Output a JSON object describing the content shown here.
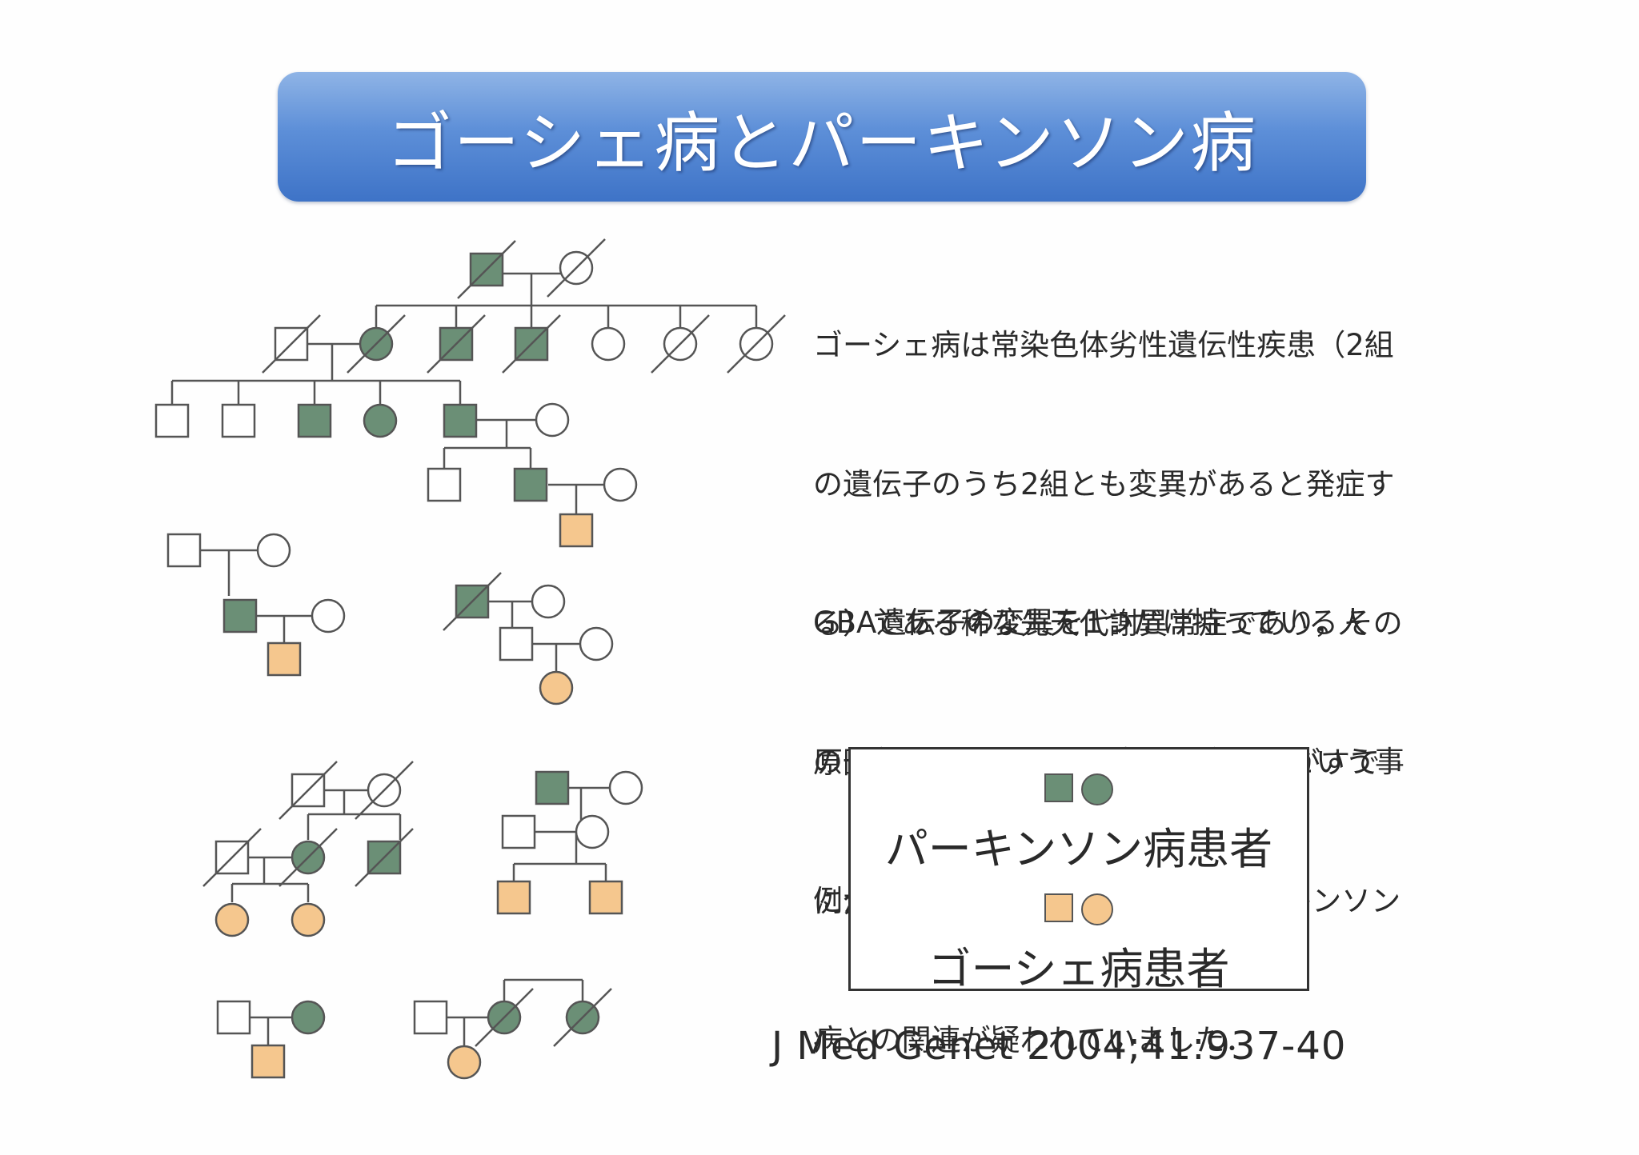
{
  "title": "ゴーシェ病とパーキンソン病",
  "description": {
    "paragraph1": [
      "ゴーシェ病は常染色体劣性遺伝性疾患（2組",
      "の遺伝子のうち2組とも変異があると発症す",
      "る）である稀な先天代謝異常症であり，その",
      "原因遺伝子はGBA遺伝子であることがすで",
      "に分かっています．"
    ],
    "paragraph2": [
      "GBA遺伝子の変異を1つだけ持っている人",
      "の一部でパーキンソン病を発症するという事",
      "例が以前から報告されており，パーキンソン",
      "病との関連が疑われていました．"
    ]
  },
  "legend": {
    "parkinson": {
      "label": "パーキンソン病患者",
      "color": "#6b8f76"
    },
    "gaucher": {
      "label": "ゴーシェ病患者",
      "color": "#f5c78e"
    }
  },
  "citation": "J Med Genet 2004;41:937-40",
  "colors": {
    "unaffected": "#ffffff",
    "outline": "#555555",
    "banner": "#5d8fd8"
  }
}
